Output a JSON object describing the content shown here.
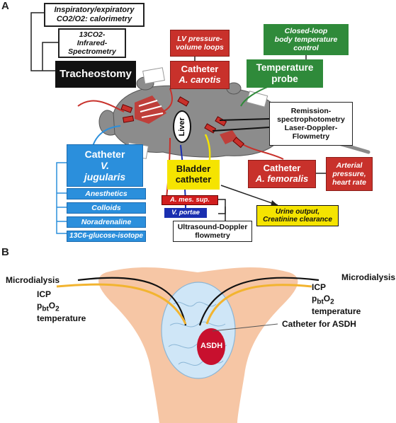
{
  "panels": {
    "a": "A",
    "b": "B"
  },
  "a": {
    "calorimetry": [
      "Inspiratory/expiratory",
      "CO2/O2: calorimetry"
    ],
    "ir_spec": [
      "13CO2-",
      "Infrared-",
      "Spectrometry"
    ],
    "tracheostomy": "Tracheostomy",
    "lv_loops": [
      "LV pressure-",
      "volume loops"
    ],
    "cath_carotis": [
      "Catheter",
      "A. carotis"
    ],
    "closed_loop": [
      "Closed-loop",
      "body temperature",
      "control"
    ],
    "temp_probe": [
      "Temperature",
      "probe"
    ],
    "liver": "Liver",
    "remission": [
      "Remission-",
      "spectrophotometry",
      "Laser-Doppler-",
      "Flowmetry"
    ],
    "cath_jugularis": [
      "Catheter",
      "V.",
      "jugularis"
    ],
    "jug_items": [
      "Anesthetics",
      "Colloids",
      "Noradrenaline",
      "13C6-glucose-isotope"
    ],
    "bladder": [
      "Bladder",
      "catheter"
    ],
    "cath_femoralis": [
      "Catheter",
      "A. femoralis"
    ],
    "arterial": [
      "Arterial",
      "pressure,",
      "heart rate"
    ],
    "mes_sup": "A. mes. sup.",
    "v_portae": "V. portae",
    "ultrasound": [
      "Ultrasound-Doppler",
      "flowmetry"
    ],
    "urine": [
      "Urine output,",
      "Creatinine clearance"
    ]
  },
  "b": {
    "microdialysis_left": "Microdialysis",
    "microdialysis_right": "Microdialysis",
    "icp_left": "ICP",
    "pbto2_left_base": "p",
    "pbto2_left_sub": "bt",
    "pbto2_left_o": "O",
    "pbto2_left_sub2": "2",
    "temp_left": "temperature",
    "icp_right": "ICP",
    "pbto2_right_base": "p",
    "pbto2_right_sub": "bt",
    "pbto2_right_o": "O",
    "pbto2_right_sub2": "2",
    "temp_right": "temperature",
    "catheter_asdh": "Catheter for ASDH",
    "asdh": "ASDH"
  },
  "colors": {
    "red": "#c8312b",
    "green": "#2f8a3a",
    "blue": "#2b8fdc",
    "yellow": "#f5e400",
    "navy": "#1a2fb0",
    "skin": "#f6c6a5",
    "brain": "#cfe6f7",
    "lead": "#f2b430"
  }
}
